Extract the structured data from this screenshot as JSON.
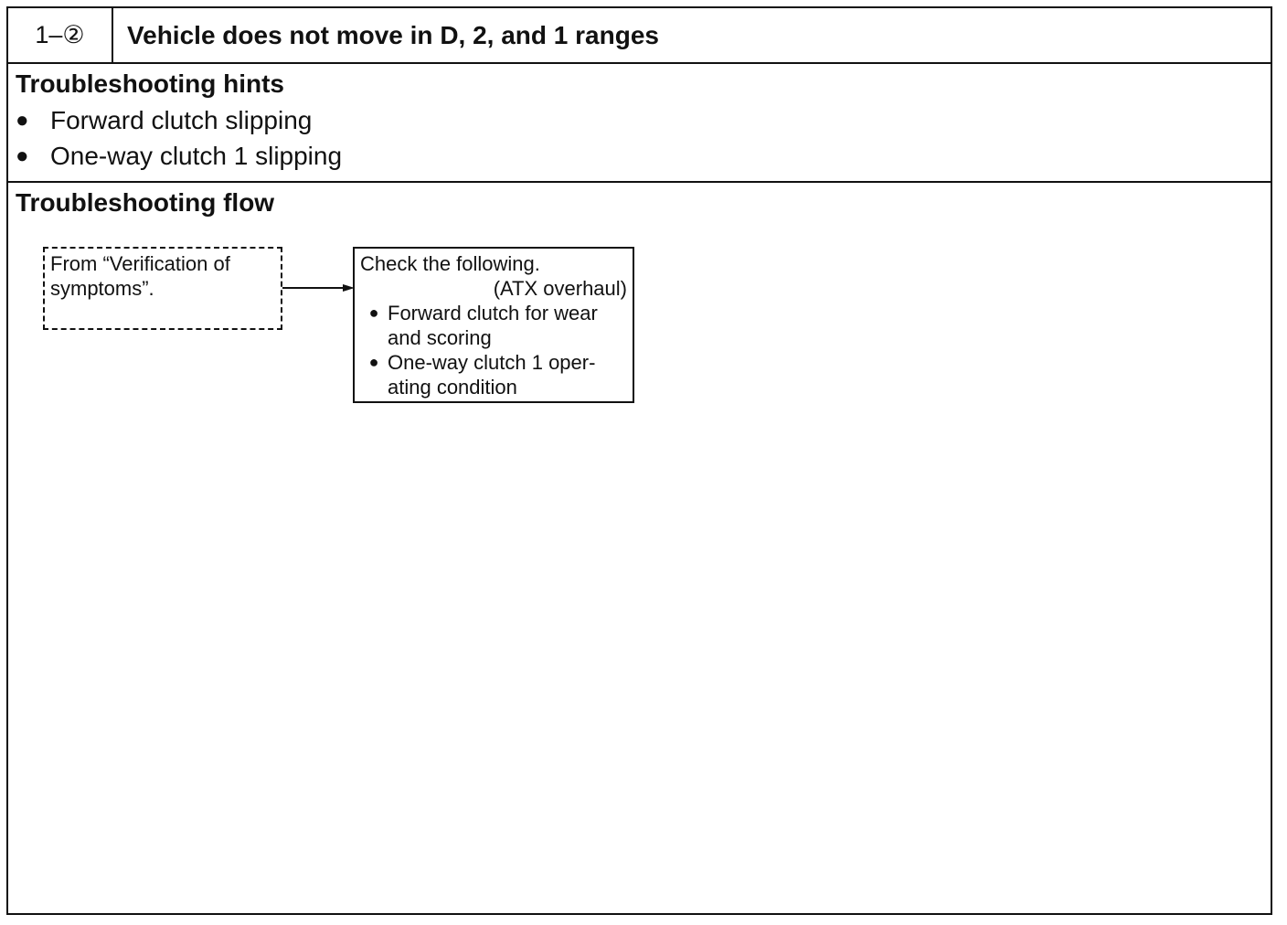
{
  "header": {
    "code": "1–②",
    "title": "Vehicle does not move in D, 2, and 1 ranges"
  },
  "hints": {
    "heading": "Troubleshooting hints",
    "items": [
      "Forward clutch slipping",
      "One-way clutch 1 slipping"
    ]
  },
  "flow": {
    "heading": "Troubleshooting flow",
    "from_box": {
      "line1": "From “Verification of",
      "line2": "symptoms”."
    },
    "check_box": {
      "title": "Check the following.",
      "note": "(ATX overhaul)",
      "items": [
        {
          "line1": "Forward clutch for wear",
          "line2": "and scoring"
        },
        {
          "line1": "One-way clutch 1 oper-",
          "line2": "ating condition"
        }
      ]
    }
  }
}
